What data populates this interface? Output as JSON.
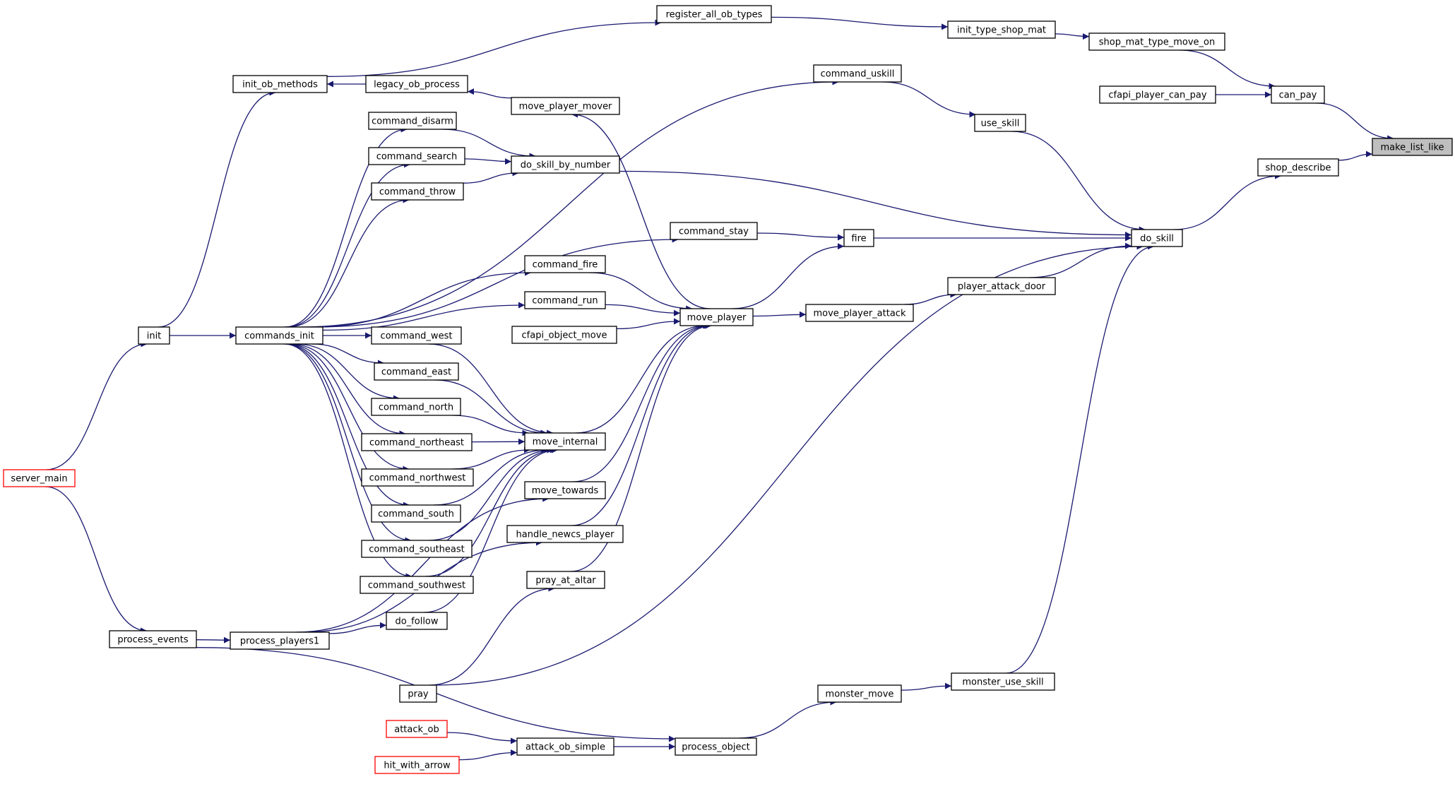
{
  "title": "",
  "colors": {
    "edge": "#191970",
    "node_border": "#000000",
    "truncated_border": "#ff0000",
    "root_fill": "#bfbfbf"
  },
  "nodes": {
    "make_list_like": {
      "label": "make_list_like",
      "style": "root"
    },
    "can_pay": {
      "label": "can_pay",
      "style": "normal"
    },
    "shop_describe": {
      "label": "shop_describe",
      "style": "normal"
    },
    "cfapi_player_can_pay": {
      "label": "cfapi_player_can_pay",
      "style": "normal"
    },
    "shop_mat_type_move_on": {
      "label": "shop_mat_type_move_on",
      "style": "normal"
    },
    "init_type_shop_mat": {
      "label": "init_type_shop_mat",
      "style": "normal"
    },
    "register_all_ob_types": {
      "label": "register_all_ob_types",
      "style": "normal"
    },
    "init_ob_methods": {
      "label": "init_ob_methods",
      "style": "normal"
    },
    "init": {
      "label": "init",
      "style": "normal"
    },
    "server_main": {
      "label": "server_main",
      "style": "truncated"
    },
    "do_skill": {
      "label": "do_skill",
      "style": "normal"
    },
    "use_skill": {
      "label": "use_skill",
      "style": "normal"
    },
    "command_uskill": {
      "label": "command_uskill",
      "style": "normal"
    },
    "commands_init": {
      "label": "commands_init",
      "style": "normal"
    },
    "fire": {
      "label": "fire",
      "style": "normal"
    },
    "command_stay": {
      "label": "command_stay",
      "style": "normal"
    },
    "player_attack_door": {
      "label": "player_attack_door",
      "style": "normal"
    },
    "move_player_attack": {
      "label": "move_player_attack",
      "style": "normal"
    },
    "move_player": {
      "label": "move_player",
      "style": "normal"
    },
    "do_skill_by_number": {
      "label": "do_skill_by_number",
      "style": "normal"
    },
    "command_disarm": {
      "label": "command_disarm",
      "style": "normal"
    },
    "command_search": {
      "label": "command_search",
      "style": "normal"
    },
    "command_throw": {
      "label": "command_throw",
      "style": "normal"
    },
    "legacy_ob_process": {
      "label": "legacy_ob_process",
      "style": "normal"
    },
    "move_player_mover": {
      "label": "move_player_mover",
      "style": "normal"
    },
    "command_fire": {
      "label": "command_fire",
      "style": "normal"
    },
    "command_run": {
      "label": "command_run",
      "style": "normal"
    },
    "cfapi_object_move": {
      "label": "cfapi_object_move",
      "style": "normal"
    },
    "move_internal": {
      "label": "move_internal",
      "style": "normal"
    },
    "command_west": {
      "label": "command_west",
      "style": "normal"
    },
    "command_east": {
      "label": "command_east",
      "style": "normal"
    },
    "command_north": {
      "label": "command_north",
      "style": "normal"
    },
    "command_northeast": {
      "label": "command_northeast",
      "style": "normal"
    },
    "command_northwest": {
      "label": "command_northwest",
      "style": "normal"
    },
    "command_south": {
      "label": "command_south",
      "style": "normal"
    },
    "command_southeast": {
      "label": "command_southeast",
      "style": "normal"
    },
    "command_southwest": {
      "label": "command_southwest",
      "style": "normal"
    },
    "move_towards": {
      "label": "move_towards",
      "style": "normal"
    },
    "handle_newcs_player": {
      "label": "handle_newcs_player",
      "style": "normal"
    },
    "pray_at_altar": {
      "label": "pray_at_altar",
      "style": "normal"
    },
    "do_follow": {
      "label": "do_follow",
      "style": "normal"
    },
    "process_players1": {
      "label": "process_players1",
      "style": "normal"
    },
    "process_events": {
      "label": "process_events",
      "style": "normal"
    },
    "pray": {
      "label": "pray",
      "style": "normal"
    },
    "monster_use_skill": {
      "label": "monster_use_skill",
      "style": "normal"
    },
    "monster_move": {
      "label": "monster_move",
      "style": "normal"
    },
    "process_object": {
      "label": "process_object",
      "style": "normal"
    },
    "attack_ob_simple": {
      "label": "attack_ob_simple",
      "style": "normal"
    },
    "attack_ob": {
      "label": "attack_ob",
      "style": "truncated"
    },
    "hit_with_arrow": {
      "label": "hit_with_arrow",
      "style": "truncated"
    }
  },
  "edges": [
    [
      "can_pay",
      "make_list_like"
    ],
    [
      "shop_describe",
      "make_list_like"
    ],
    [
      "cfapi_player_can_pay",
      "can_pay"
    ],
    [
      "shop_mat_type_move_on",
      "can_pay"
    ],
    [
      "init_type_shop_mat",
      "shop_mat_type_move_on"
    ],
    [
      "register_all_ob_types",
      "init_type_shop_mat"
    ],
    [
      "init_ob_methods",
      "register_all_ob_types"
    ],
    [
      "init",
      "init_ob_methods"
    ],
    [
      "server_main",
      "init"
    ],
    [
      "do_skill",
      "shop_describe"
    ],
    [
      "use_skill",
      "do_skill"
    ],
    [
      "command_uskill",
      "use_skill"
    ],
    [
      "commands_init",
      "command_uskill"
    ],
    [
      "init",
      "commands_init"
    ],
    [
      "fire",
      "do_skill"
    ],
    [
      "command_stay",
      "fire"
    ],
    [
      "commands_init",
      "command_stay"
    ],
    [
      "move_player",
      "fire"
    ],
    [
      "player_attack_door",
      "do_skill"
    ],
    [
      "move_player_attack",
      "player_attack_door"
    ],
    [
      "move_player",
      "move_player_attack"
    ],
    [
      "do_skill_by_number",
      "do_skill"
    ],
    [
      "command_disarm",
      "do_skill_by_number"
    ],
    [
      "command_search",
      "do_skill_by_number"
    ],
    [
      "command_throw",
      "do_skill_by_number"
    ],
    [
      "commands_init",
      "command_disarm"
    ],
    [
      "commands_init",
      "command_search"
    ],
    [
      "commands_init",
      "command_throw"
    ],
    [
      "legacy_ob_process",
      "init_ob_methods"
    ],
    [
      "move_player_mover",
      "legacy_ob_process"
    ],
    [
      "move_player",
      "move_player_mover"
    ],
    [
      "command_fire",
      "move_player"
    ],
    [
      "command_run",
      "move_player"
    ],
    [
      "cfapi_object_move",
      "move_player"
    ],
    [
      "commands_init",
      "command_fire"
    ],
    [
      "commands_init",
      "command_run"
    ],
    [
      "move_internal",
      "move_player"
    ],
    [
      "command_west",
      "move_internal"
    ],
    [
      "command_east",
      "move_internal"
    ],
    [
      "command_north",
      "move_internal"
    ],
    [
      "command_northeast",
      "move_internal"
    ],
    [
      "command_northwest",
      "move_internal"
    ],
    [
      "command_south",
      "move_internal"
    ],
    [
      "command_southeast",
      "move_internal"
    ],
    [
      "command_southwest",
      "move_internal"
    ],
    [
      "do_follow",
      "move_internal"
    ],
    [
      "commands_init",
      "command_west"
    ],
    [
      "commands_init",
      "command_east"
    ],
    [
      "commands_init",
      "command_north"
    ],
    [
      "commands_init",
      "command_northeast"
    ],
    [
      "commands_init",
      "command_northwest"
    ],
    [
      "commands_init",
      "command_south"
    ],
    [
      "commands_init",
      "command_southeast"
    ],
    [
      "commands_init",
      "command_southwest"
    ],
    [
      "move_towards",
      "move_player"
    ],
    [
      "handle_newcs_player",
      "move_player"
    ],
    [
      "pray_at_altar",
      "move_player"
    ],
    [
      "process_players1",
      "do_follow"
    ],
    [
      "process_players1",
      "move_towards"
    ],
    [
      "process_players1",
      "handle_newcs_player"
    ],
    [
      "pray",
      "pray_at_altar"
    ],
    [
      "pray",
      "do_skill"
    ],
    [
      "process_events",
      "process_players1"
    ],
    [
      "server_main",
      "process_events"
    ],
    [
      "monster_use_skill",
      "do_skill"
    ],
    [
      "monster_move",
      "monster_use_skill"
    ],
    [
      "process_object",
      "monster_move"
    ],
    [
      "attack_ob_simple",
      "process_object"
    ],
    [
      "attack_ob",
      "attack_ob_simple"
    ],
    [
      "hit_with_arrow",
      "attack_ob_simple"
    ],
    [
      "process_events",
      "process_object"
    ]
  ]
}
